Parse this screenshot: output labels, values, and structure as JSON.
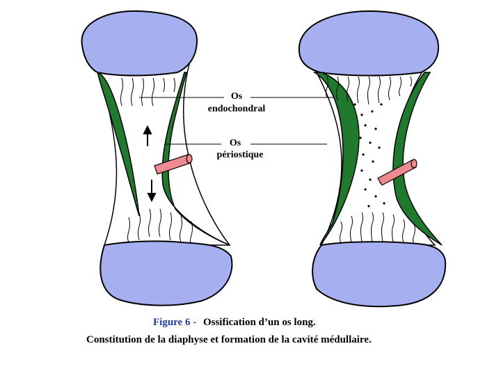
{
  "labels": {
    "os_endochondral_line1": "Os",
    "os_endochondral_line2": "endochondral",
    "os_periostique_line1": "Os",
    "os_periostique_line2": "périostique"
  },
  "caption": {
    "figure_number": "Figure 6 -",
    "title": "Ossification d’un os long.",
    "subtitle": "Constitution de la diaphyse et formation de la cavité médullaire."
  },
  "colors": {
    "epiphysis": "#a6b0f0",
    "periosteal_bone": "#1f7a2e",
    "vessel": "#ee8a90",
    "caption_figure": "#1f3a9e"
  }
}
